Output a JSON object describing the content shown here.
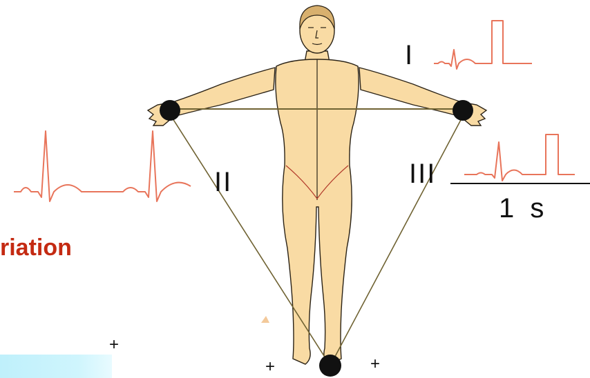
{
  "labels": {
    "lead_i": "I",
    "lead_ii": "II",
    "lead_iii": "III",
    "time_scale": "1 s",
    "partial_word": "riation",
    "plus_left_foot": "+",
    "plus_right_foot": "+",
    "plus_arrow": "+"
  },
  "icons": {
    "body": "human-figure",
    "electrodes": [
      "electrode-right-arm",
      "electrode-left-arm",
      "electrode-foot"
    ]
  },
  "colors": {
    "skin": "#f9dba4",
    "outline": "#2a2216",
    "lead_lines": "#6f6232",
    "ecg_trace": "#e8745a",
    "electrode": "#111111",
    "deviation_text": "#c42a12",
    "cyan_box": "#c6f2fc"
  }
}
